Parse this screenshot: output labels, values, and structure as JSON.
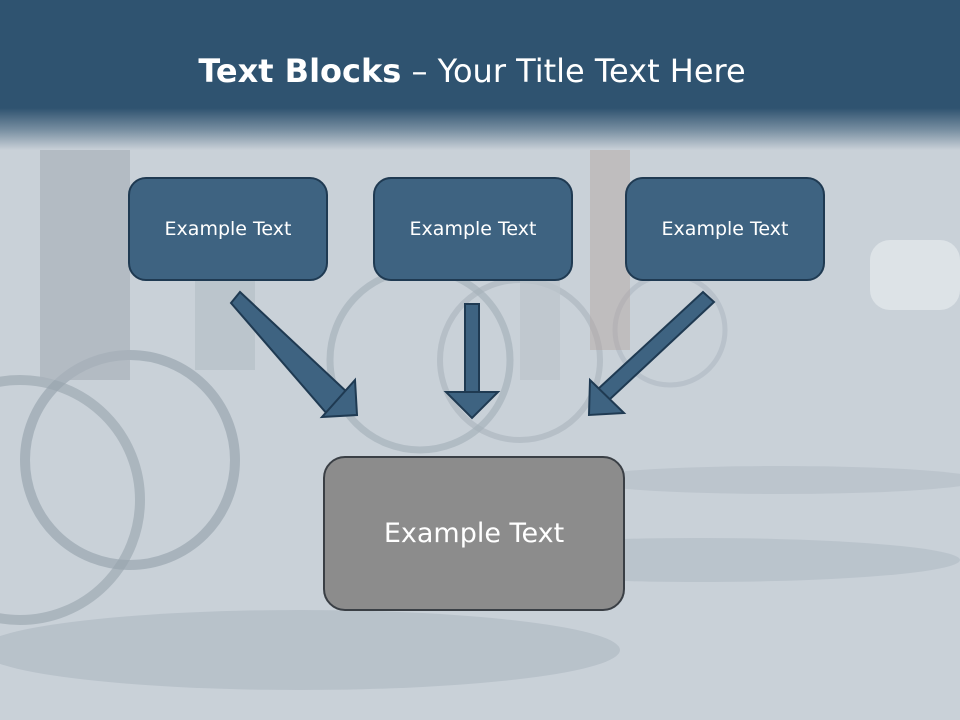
{
  "slide": {
    "title_bold": "Text Blocks",
    "title_rest": " – Your Title Text Here"
  },
  "blocks": [
    {
      "label": "Example Text"
    },
    {
      "label": "Example Text"
    },
    {
      "label": "Example Text"
    }
  ],
  "target_block": {
    "label": "Example Text"
  },
  "colors": {
    "header_bg": "#2f5370",
    "block_fill": "#3e6381",
    "block_border": "#1f3a52",
    "target_fill": "#8c8c8c",
    "arrow_fill": "#3e6381"
  },
  "icons": [
    "arrow-down-right-icon",
    "arrow-down-icon",
    "arrow-down-left-icon"
  ]
}
